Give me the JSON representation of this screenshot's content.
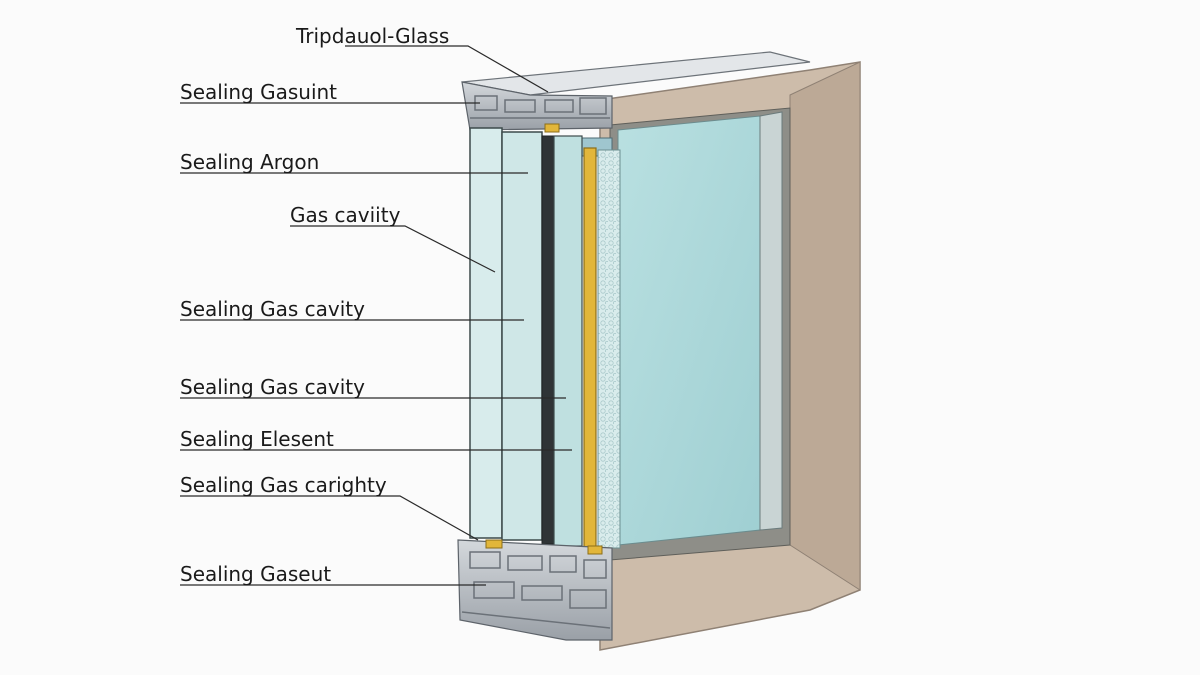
{
  "labels": {
    "title": "Tripdauol-Glass",
    "sealing_gasuint": "Sealing Gasuint",
    "sealing_argon": "Sealing Argon",
    "gas_cavity": "Gas caviity",
    "sealing_gas_cavity_1": "Sealing Gas cavity",
    "sealing_gas_cavity_2": "Sealing Gas cavity",
    "sealing_elesent": "Sealing Elesent",
    "sealing_gas_carighty": "Sealing Gas carighty",
    "sealing_gaseut": "Sealing Gaseut"
  },
  "colors": {
    "frame_tan": "#c9b8a4",
    "frame_tan_dark": "#a8968a",
    "glass_tint": "#a9d6d8",
    "aluminum": "#b7bcc2",
    "spacer_gold": "#e2b63a",
    "line": "#2a2a2a"
  }
}
